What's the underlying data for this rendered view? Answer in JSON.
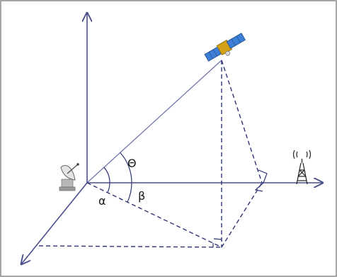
{
  "diagram": {
    "labels": {
      "theta": "Θ",
      "alpha": "α",
      "beta": "β"
    },
    "colors": {
      "axis": "#4b4f8c",
      "solid_line": "#6a6fa8",
      "dashed_line": "#2f3575",
      "frame": "#888888",
      "satellite_panel": "#3d7fd6",
      "satellite_body": "#d4a017"
    },
    "icons": {
      "satellite": "satellite-icon",
      "ground_dish": "satellite-dish-icon",
      "tower": "radio-tower-icon"
    }
  }
}
